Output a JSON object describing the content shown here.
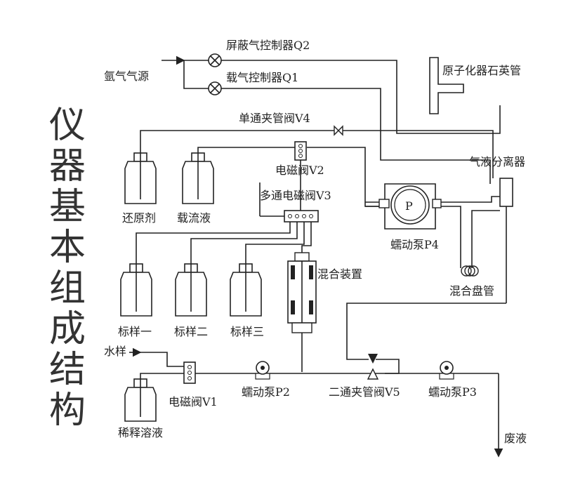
{
  "title": "仪器基本组成结构",
  "colors": {
    "line": "#222222",
    "title": "#333333",
    "background": "#ffffff"
  },
  "labels": {
    "argon_source": "氩气气源",
    "shield_gas_controller": "屏蔽气控制器Q2",
    "carrier_gas_controller": "载气控制器Q1",
    "atomizer_quartz_tube": "原子化器石英管",
    "single_pinch_valve": "单通夹管阀V4",
    "solenoid_valve_v2": "电磁阀V2",
    "multi_solenoid_valve": "多通电磁阀V3",
    "gas_liquid_separator": "气液分离器",
    "reductant": "还原剂",
    "carrier_solution": "载流液",
    "pump_p4_symbol": "P",
    "peristaltic_pump_p4": "蠕动泵P4",
    "mixing_device": "混合装置",
    "mixing_coil": "混合盘管",
    "standard_1": "标样一",
    "standard_2": "标样二",
    "standard_3": "标样三",
    "water_sample": "水样",
    "solenoid_valve_v1": "电磁阀V1",
    "peristaltic_pump_p2": "蠕动泵P2",
    "two_way_pinch_valve": "二通夹管阀V5",
    "peristaltic_pump_p3": "蠕动泵P3",
    "diluent": "稀释溶液",
    "waste": "废液"
  }
}
